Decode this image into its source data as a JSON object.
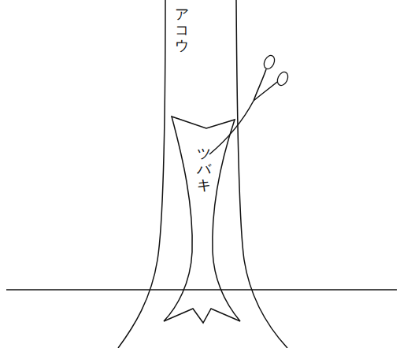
{
  "diagram": {
    "nodes": [
      {
        "text": [
          "アコウ"
        ]
      },
      {
        "text": [
          "ツバキ"
        ],
        "in": 0
      }
    ]
  }
}
